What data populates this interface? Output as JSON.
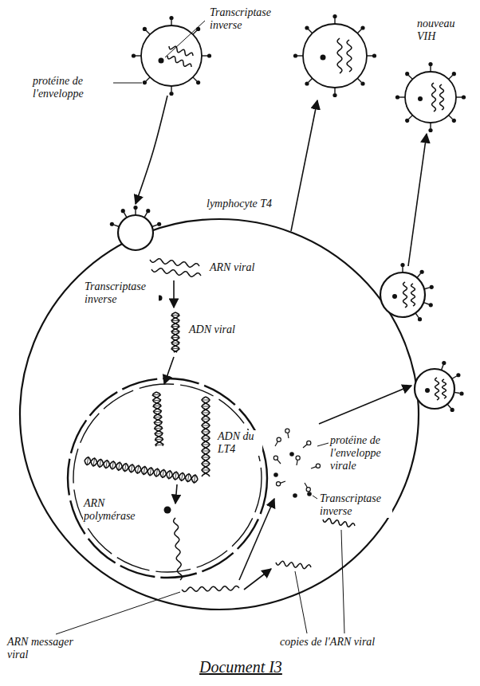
{
  "diagram": {
    "caption": "Document I3",
    "labels": [
      "Transcriptase inverse",
      "protéine de l'enveloppe",
      "nouveau VIH",
      "lymphocyte T4",
      "ARN viral",
      "Transcriptase inverse",
      "ADN viral",
      "ADN du LT4",
      "ARN polymérase",
      "protéine de l'enveloppe virale",
      "Transcriptase inverse",
      "ARN messager viral",
      "copies de l'ARN viral"
    ]
  }
}
